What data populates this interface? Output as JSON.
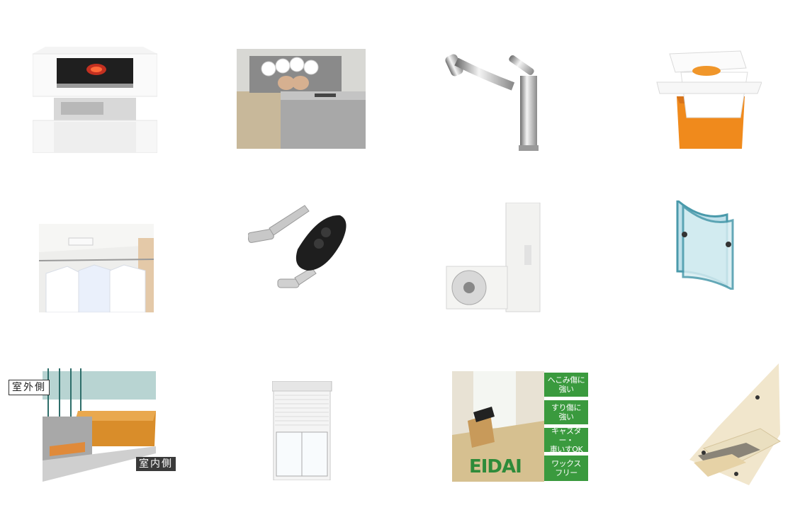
{
  "products": [
    {
      "id": "ih-cooktop",
      "icon": "ih-cooktop-icon"
    },
    {
      "id": "dishwasher",
      "icon": "dishwasher-icon"
    },
    {
      "id": "kitchen-faucet",
      "icon": "faucet-icon"
    },
    {
      "id": "bathtub",
      "icon": "bathtub-icon"
    },
    {
      "id": "bathroom-dryer",
      "icon": "bathroom-dryer-icon"
    },
    {
      "id": "smart-key",
      "icon": "smart-key-icon"
    },
    {
      "id": "heat-pump-water-heater",
      "icon": "water-heater-icon"
    },
    {
      "id": "pair-glass",
      "icon": "pair-glass-icon"
    },
    {
      "id": "resin-sash",
      "icon": "sash-cross-section-icon"
    },
    {
      "id": "shutter-window",
      "icon": "shutter-window-icon"
    },
    {
      "id": "eidai-flooring",
      "icon": "flooring-ad-icon"
    },
    {
      "id": "flooring-layers",
      "icon": "flooring-layers-icon"
    }
  ],
  "sash": {
    "outside_label": "室外側",
    "inside_label": "室内側"
  },
  "flooring_ad": {
    "brand": "EIDAI",
    "features": [
      "へこみ傷に\n強い",
      "すり傷に\n強い",
      "キャスター・\n車いすOK",
      "ワックス\nフリー"
    ]
  },
  "colors": {
    "accent_green": "#3a9a3e",
    "accent_orange": "#f08a1c"
  }
}
